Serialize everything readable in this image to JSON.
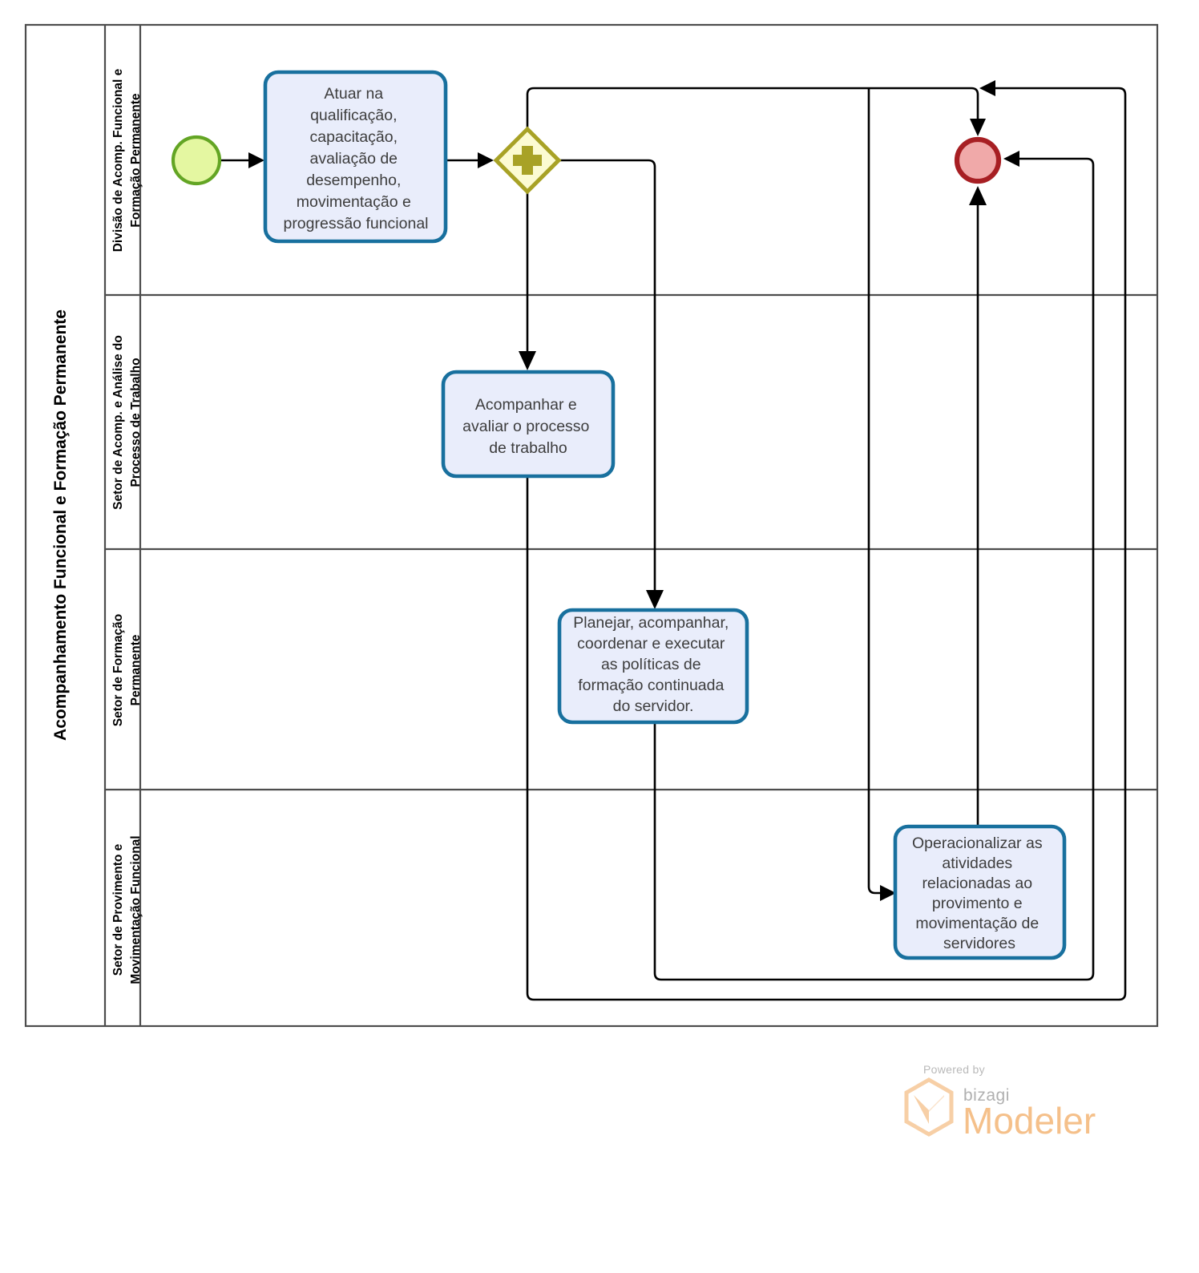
{
  "pool": {
    "title": "Acompanhamento Funcional e Formação Permanente",
    "lanes": [
      {
        "id": "lane-1",
        "label": "Divisão de Acomp. Funcional e Formação Permanente"
      },
      {
        "id": "lane-2",
        "label": "Setor de Acomp. e Análise do Processo de Trabalho"
      },
      {
        "id": "lane-3",
        "label": "Setor de Formação Permanente"
      },
      {
        "id": "lane-4",
        "label": "Setor de Provimento e Movimentação Funcional"
      }
    ]
  },
  "elements": {
    "start_event": {
      "name": "start-event",
      "type": "start-event",
      "label": ""
    },
    "end_event": {
      "name": "end-event",
      "type": "end-event",
      "label": ""
    },
    "gateway": {
      "name": "parallel-gateway",
      "type": "parallel-gateway",
      "symbol": "plus",
      "label": ""
    },
    "task_1": {
      "name": "task-atuar-qualificacao",
      "lane": "Divisão de Acomp. Funcional e Formação Permanente",
      "lines": [
        "Atuar na",
        "qualificação,",
        "capacitação,",
        "avaliação de",
        "desempenho,",
        "movimentação e",
        "progressão funcional"
      ]
    },
    "task_2": {
      "name": "task-acompanhar-avaliar",
      "lane": "Setor de Acomp. e Análise do Processo de Trabalho",
      "lines": [
        "Acompanhar e",
        "avaliar o processo",
        "de trabalho"
      ]
    },
    "task_3": {
      "name": "task-planejar-politicas",
      "lane": "Setor de Formação Permanente",
      "lines": [
        "Planejar, acompanhar,",
        "coordenar e executar",
        "as políticas de",
        "formação continuada",
        "do servidor."
      ]
    },
    "task_4": {
      "name": "task-operacionalizar-provimento",
      "lane": "Setor de Provimento e Movimentação Funcional",
      "lines": [
        "Operacionalizar as",
        "atividades",
        "relacionadas ao",
        "provimento e",
        "movimentação de",
        "servidores"
      ]
    }
  },
  "watermark": {
    "powered_by": "Powered by",
    "brand": "bizagi",
    "product": "Modeler"
  },
  "colors": {
    "task_fill": "#e9edfb",
    "task_stroke": "#18709e",
    "start_fill": "#e4f7a1",
    "start_stroke": "#63a524",
    "end_fill": "#f0a9a9",
    "end_stroke": "#a71f23",
    "gateway_fill": "#fcfbd2",
    "gateway_stroke": "#a8a226",
    "pool_stroke": "#4d4d4d",
    "flow_stroke": "#000000",
    "watermark_accent": "#f5c08a"
  }
}
